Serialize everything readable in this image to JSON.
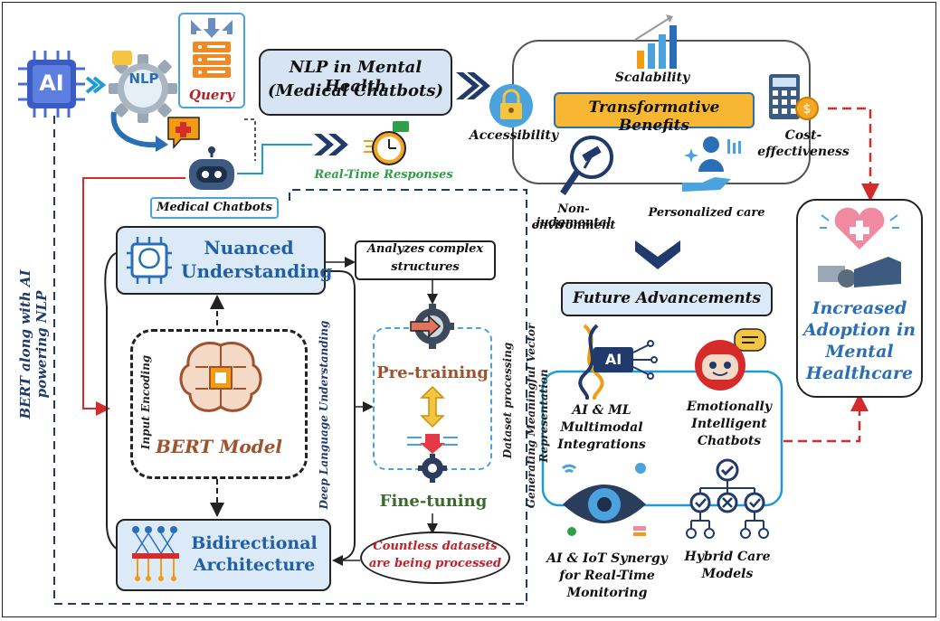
{
  "side_label": "BERT along with AI powering NLP",
  "ai_chip": "AI",
  "nlp_gear": "NLP",
  "query": "Query",
  "main_title_line1": "NLP in Mental Health",
  "main_title_line2": "(Medical Chatbots)",
  "realtime": "Real-Time Responses",
  "medical_chatbots": "Medical Chatbots",
  "benefits": {
    "title": "Transformative Benefits",
    "scalability": "Scalability",
    "accessibility": "Accessibility",
    "cost_line1": "Cost-",
    "cost_line2": "effectiveness",
    "nonjudg_line1": "Non-judgmental",
    "nonjudg_line2": "environment",
    "personalized": "Personalized care"
  },
  "bert": {
    "nuanced_line1": "Nuanced",
    "nuanced_line2": "Understanding",
    "input_encoding": "Input Encoding",
    "bert_model": "BERT Model",
    "deep_language": "Deep Language Understanding",
    "bidirectional_line1": "Bidirectional",
    "bidirectional_line2": "Architecture",
    "analyzes_line1": "Analyzes complex",
    "analyzes_line2": "structures",
    "pretraining": "Pre-training",
    "finetuning": "Fine-tuning",
    "dataset_processing": "Dataset processing",
    "countless_line1": "Countless datasets",
    "countless_line2": "are being processed",
    "generating": "Generating Meaningful Vector Representation"
  },
  "future": {
    "title": "Future Advancements",
    "ai_chip": "AI",
    "aiml_line1": "AI & ML",
    "aiml_line2": "Multimodal",
    "aiml_line3": "Integrations",
    "emo_line1": "Emotionally",
    "emo_line2": "Intelligent",
    "emo_line3": "Chatbots",
    "iot_line1": "AI & IoT Synergy",
    "iot_line2": "for Real-Time",
    "iot_line3": "Monitoring",
    "hybrid_line1": "Hybrid Care",
    "hybrid_line2": "Models"
  },
  "adoption": {
    "line1": "Increased",
    "line2": "Adoption in",
    "line3": "Mental",
    "line4": "Healthcare"
  },
  "colors": {
    "navy": "#1f3a6b",
    "light_blue_fill": "#dce9f7",
    "orange": "#f39c12",
    "red": "#d62b2b",
    "green": "#2e9e48",
    "brown": "#a0522d",
    "teal": "#1e9bd7"
  }
}
